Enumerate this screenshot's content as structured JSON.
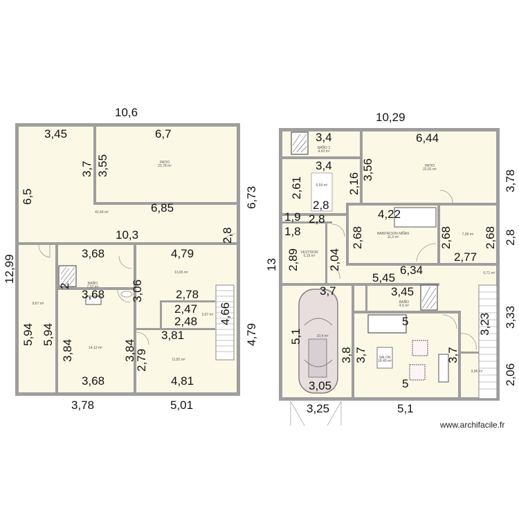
{
  "watermark": "www.archifacile.fr",
  "colors": {
    "floor": "#fbf8e6",
    "wall": "#9e9e9e"
  },
  "left_plan": {
    "overall": {
      "top": "10,6",
      "left": "12,99",
      "right_upper": "6,73",
      "right_lower": "4,79",
      "bottom_left": "3,78",
      "bottom_right": "5,01"
    },
    "rooms": [
      {
        "name": "PATIO",
        "area": "23,78 m²"
      },
      {
        "name": "",
        "area": "41,64 m²"
      },
      {
        "name": "BAÑO",
        "area": "7,37 m²"
      },
      {
        "name": "",
        "area": "9,67 m²"
      },
      {
        "name": "",
        "area": "14,12 m²"
      },
      {
        "name": "",
        "area": "13,65 m²"
      },
      {
        "name": "",
        "area": "3,07 m²"
      },
      {
        "name": "",
        "area": "11,81 m²"
      }
    ],
    "dims": [
      "3,45",
      "6,7",
      "3,7",
      "3,55",
      "6,5",
      "6,85",
      "2,8",
      "10,3",
      "3,68",
      "4,79",
      "2",
      "3,06",
      "2,78",
      "2,47",
      "2,48",
      "4,66",
      "3,68",
      "3,81",
      "5,94",
      "5,94",
      "3,84",
      "3,84",
      "2,79",
      "3,68",
      "4,81"
    ]
  },
  "right_plan": {
    "overall": {
      "top": "10,29",
      "left": "13",
      "right_1": "3,78",
      "right_2": "2,8",
      "right_3": "3,33",
      "right_4": "2,06",
      "bottom_left": "3,25",
      "bottom_right": "5,1"
    },
    "rooms": [
      {
        "name": "BAÑO 2",
        "area": "4,43 m²"
      },
      {
        "name": "PATIO",
        "area": "22,91 m²"
      },
      {
        "name": "",
        "area": "6,59 m²"
      },
      {
        "name": "HABITACION NIÑAS",
        "area": "11,3 m²"
      },
      {
        "name": "",
        "area": "7,38 m²"
      },
      {
        "name": "VESTIDOR",
        "area": "5,19 m²"
      },
      {
        "name": "",
        "area": "0,71 m²"
      },
      {
        "name": "BAÑO",
        "area": "4,5 m²"
      },
      {
        "name": "",
        "area": "10,4 m²"
      },
      {
        "name": "SALON",
        "area": "18,49 m²"
      },
      {
        "name": "",
        "area": "3,06 m²"
      }
    ],
    "dims": [
      "3,4",
      "6,44",
      "3,4",
      "2,61",
      "2,16",
      "3,56",
      "2,8",
      "1,9",
      "2,8",
      "1,8",
      "4,22",
      "2,68",
      "2,68",
      "2,68",
      "2,77",
      "2,89",
      "2,04",
      "5,45",
      "6,34",
      "3,7",
      "3,45",
      "5",
      "3,23",
      "5,1",
      "3,8",
      "3,7",
      "3,7",
      "5",
      "3,05"
    ]
  }
}
